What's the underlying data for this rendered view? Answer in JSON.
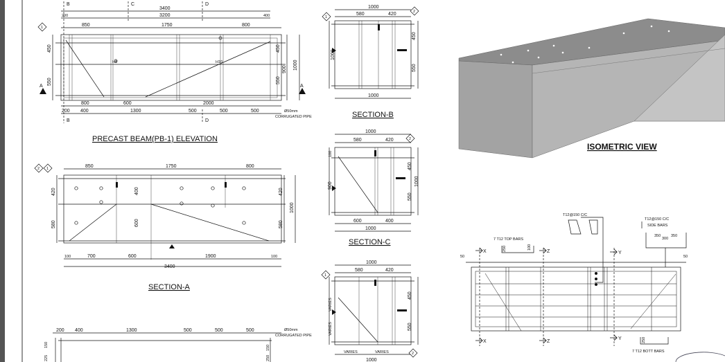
{
  "titles": {
    "elevation": "PRECAST BEAM(PB-1)  ELEVATION",
    "section_a": "SECTION-A",
    "section_b": "SECTION-B",
    "section_c": "SECTION-C",
    "isometric": "ISOMETRIC VIEW"
  },
  "markers": {
    "A": "A",
    "B": "B",
    "C": "C",
    "D": "D",
    "X": "X",
    "Y": "Y",
    "Z": "Z",
    "one": "1",
    "two": "2"
  },
  "elevation": {
    "top_total": "3400",
    "top_mid": "3200",
    "top_end_l": "200",
    "top_end_r": "400",
    "seg_850": "850",
    "seg_1750": "1750",
    "seg_800": "800",
    "left_450": "450",
    "left_550": "550",
    "right_450": "450",
    "right_550": "550",
    "right_900": "900",
    "right_1000": "1000",
    "bot_800": "800",
    "bot_600": "600",
    "bot_2000": "2000",
    "b200": "200",
    "b400": "400",
    "b1300": "1300",
    "b500a": "500",
    "b500b": "500",
    "b500c": "500",
    "pipe_1": "Ø50mm",
    "pipe_2": "CORRUGATED PIPE",
    "bar_tag_1": "H8",
    "bar_tag_2": "H10"
  },
  "section_a": {
    "top_850": "850",
    "top_1750": "1750",
    "top_800": "800",
    "left_420": "420",
    "left_580": "580",
    "inner_400": "400",
    "inner_600": "600",
    "right_420": "420",
    "right_580": "580",
    "right_1000": "1000",
    "bot_100": "100",
    "bot_700": "700",
    "bot_600": "600",
    "bot_1900": "1900",
    "bot_100b": "100",
    "bot_3400": "3400"
  },
  "section_b": {
    "top_1000": "1000",
    "top_580": "580",
    "top_420": "420",
    "left_1000": "1000",
    "right_450": "450",
    "right_550": "550",
    "bot_1000": "1000"
  },
  "section_c": {
    "top_1000": "1000",
    "top_580": "580",
    "top_420": "420",
    "left_100": "100",
    "left_900": "900",
    "right_450": "450",
    "right_550": "550",
    "right_1000": "1000",
    "bot_600": "600",
    "bot_400": "400",
    "bot_1000": "1000"
  },
  "section_d": {
    "top_1000": "1000",
    "top_580": "580",
    "top_420": "420",
    "left_varies": "VARIES",
    "left_varies2": "VARIES",
    "right_450": "450",
    "right_550": "550",
    "bot_varies_l": "VARIES",
    "bot_varies_r": "VARIES",
    "bot_1000": "1000"
  },
  "bottom_elev": {
    "b200": "200",
    "b400": "400",
    "b1300": "1300",
    "b500a": "500",
    "b500b": "500",
    "b500c": "500",
    "pipe_1": "Ø50mm",
    "pipe_2": "CORRUGATED PIPE",
    "left_150": "150",
    "left_225": "225",
    "right_150": "150",
    "right_250": "250"
  },
  "rebar": {
    "top_bars": "7 T12 TOP BARS",
    "stirrup_label": "T12@150 C/C",
    "side_label_1": "T12@150 C/C",
    "side_label_2": "SIDE BARS",
    "bott_bars": "7 T12 BOTT BARS",
    "cover_l": "50",
    "cover_r": "50",
    "dim_250": "250",
    "dim_250b": "250",
    "dim_100": "100",
    "dim_300": "300",
    "dim_350": "350",
    "dim_350b": "350"
  },
  "iso_colors": {
    "top": "#8c8c8c",
    "front": "#a3a3a3",
    "end": "#b5b5b5",
    "lit": "#c4c4c4"
  }
}
